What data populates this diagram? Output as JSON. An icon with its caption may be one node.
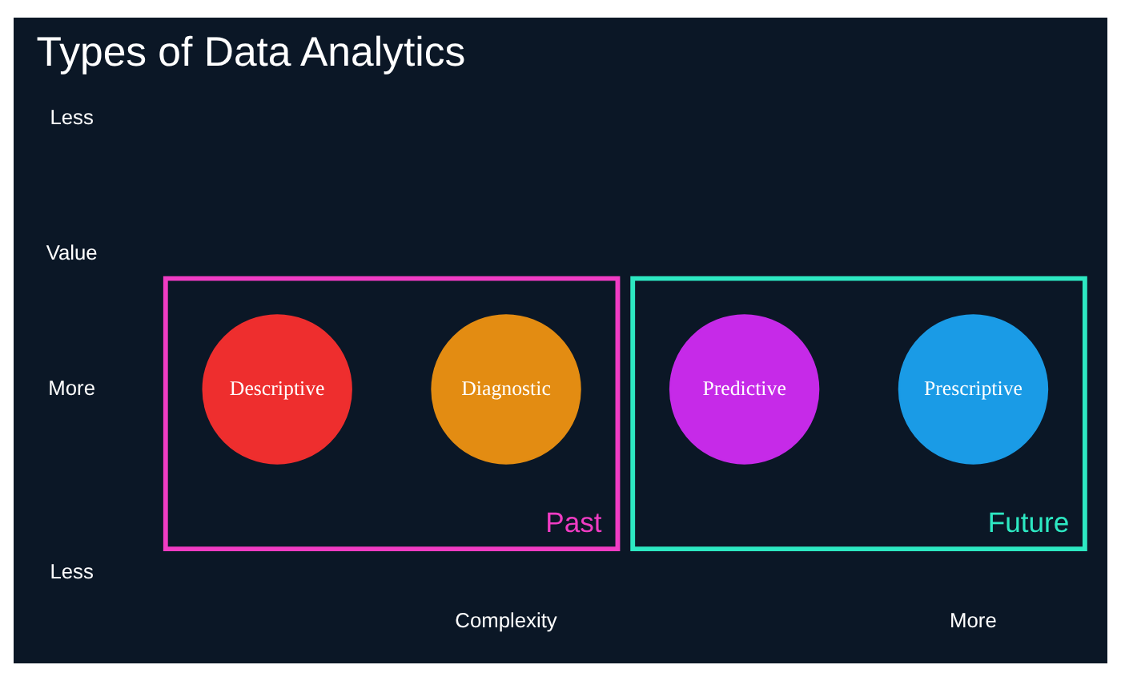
{
  "diagram": {
    "title": "Types of Data Analytics",
    "nodes": [
      {
        "text": [
          "Past"
        ]
      },
      {
        "text": [
          "Descriptive"
        ],
        "in": 0
      },
      {
        "text": [
          "Diagnostic"
        ],
        "in": 0
      },
      {
        "text": [
          "Future"
        ]
      },
      {
        "text": [
          "Predictive"
        ],
        "in": 3
      },
      {
        "text": [
          "Prescriptive"
        ],
        "in": 3
      }
    ],
    "edges": [],
    "labels": [
      "Less",
      "Value",
      "More",
      "Less",
      "Complexity",
      "More"
    ]
  }
}
